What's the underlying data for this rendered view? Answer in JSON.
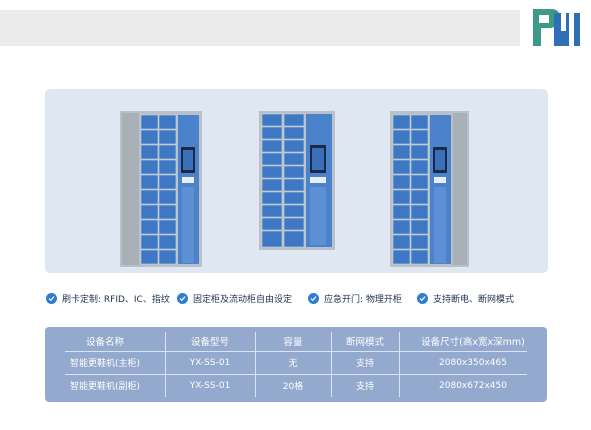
{
  "features": [
    {
      "icon": "check-circle-icon",
      "label": "刷卡定制: RFID、IC、指纹"
    },
    {
      "icon": "check-circle-icon",
      "label": "固定柜及流动柜自由设定"
    },
    {
      "icon": "check-circle-icon",
      "label": "应急开门: 物理开柜"
    },
    {
      "icon": "check-circle-icon",
      "label": "支持断电、断网模式"
    }
  ],
  "spec_table": {
    "headers": [
      "设备名称",
      "设备型号",
      "容量",
      "断网模式",
      "设备尺寸(高x宽x深mm)"
    ],
    "rows": [
      [
        "智能更鞋机(主柜)",
        "YX-SS-01",
        "无",
        "支持",
        "2080x350x465"
      ],
      [
        "智能更鞋机(副柜)",
        "YX-SS-01",
        "20格",
        "支持",
        "2080x672x450"
      ]
    ]
  },
  "colors": {
    "accent": "#2f7cd3",
    "table_bg": "#93a9cd",
    "panel_bg": "#dfe7f2",
    "logo_green": "#3c9a87",
    "logo_blue": "#2f6fb5"
  }
}
